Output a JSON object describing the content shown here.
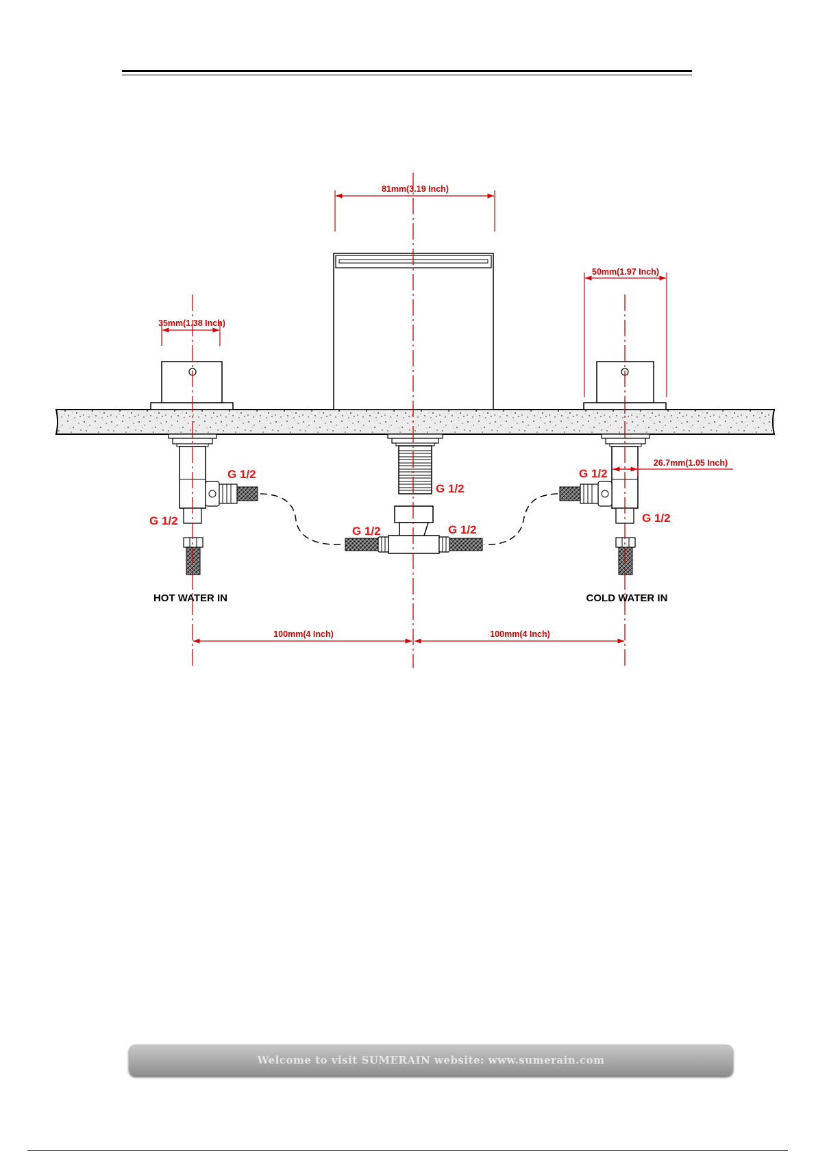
{
  "dimensions": {
    "spout_width": "81mm(3.19 Inch)",
    "hot_handle_width": "35mm(1.38 Inch)",
    "cold_handle_width": "50mm(1.97 Inch)",
    "valve_offset": "26.7mm(1.05 Inch)",
    "left_spacing": "100mm(4 Inch)",
    "right_spacing": "100mm(4 Inch)"
  },
  "threads": {
    "hot_side": "G 1/2",
    "hot_bottom": "G 1/2",
    "spout": "G 1/2",
    "tee_left": "G 1/2",
    "tee_right": "G 1/2",
    "cold_side": "G 1/2",
    "cold_bottom": "G 1/2"
  },
  "labels": {
    "hot_in": "HOT WATER IN",
    "cold_in": "COLD WATER IN"
  },
  "footer": {
    "text": "Welcome to visit SUMERAIN website: www.sumerain.com"
  },
  "colors": {
    "dimension": "#d40000",
    "thread_label": "#ee1111"
  }
}
